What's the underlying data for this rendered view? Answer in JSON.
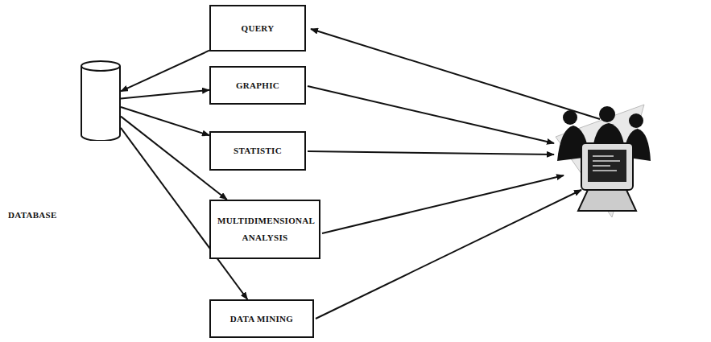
{
  "diagram": {
    "nodes": [
      {
        "text": [
          "DATABASE"
        ]
      },
      {
        "text": [
          "QUERY"
        ]
      },
      {
        "text": [
          "GRAPHIC"
        ]
      },
      {
        "text": [
          "STATISTIC"
        ]
      },
      {
        "text": [
          "MULTIDIMENSIONAL ANALYSIS"
        ]
      },
      {
        "text": [
          "DATA MINING"
        ]
      }
    ],
    "edges": [
      {
        "from": 1,
        "to": 0,
        "arrow": "to"
      },
      {
        "from": 0,
        "to": 2,
        "arrow": "to"
      },
      {
        "from": 0,
        "to": 3,
        "arrow": "to"
      },
      {
        "from": 0,
        "to": 4,
        "arrow": "to"
      },
      {
        "from": 0,
        "to": 5,
        "arrow": "to"
      }
    ]
  }
}
